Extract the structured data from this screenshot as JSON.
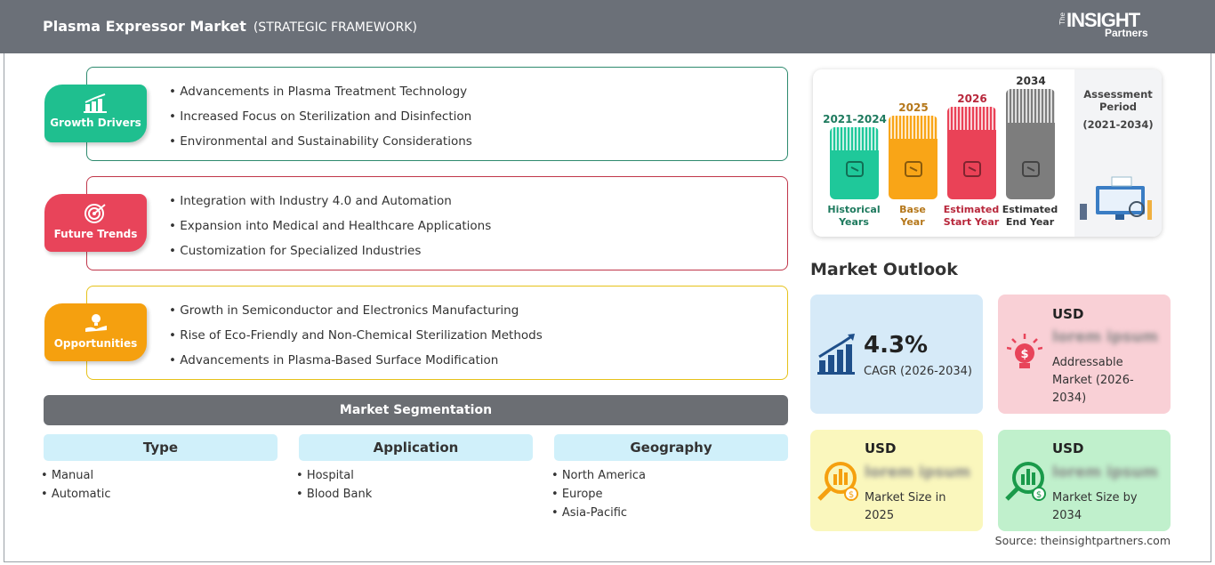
{
  "header": {
    "title": "Plasma Expressor Market",
    "subtitle": "(STRATEGIC FRAMEWORK)",
    "logo": "The INSIGHT Partners"
  },
  "panels": [
    {
      "label": "Growth Drivers",
      "color": "#1fbf8f",
      "border": "#2e8a6e",
      "icon": "growth-chart-icon",
      "items": [
        "Advancements in Plasma Treatment Technology",
        "Increased Focus on Sterilization and Disinfection",
        "Environmental and Sustainability Considerations"
      ]
    },
    {
      "label": "Future Trends",
      "color": "#e8445a",
      "border": "#c0364a",
      "icon": "target-icon",
      "items": [
        "Integration with Industry 4.0 and Automation",
        "Expansion into Medical and Healthcare Applications",
        "Customization for Specialized Industries"
      ]
    },
    {
      "label": "Opportunities",
      "color": "#f5a00f",
      "border": "#e6c21a",
      "icon": "lightbulb-hand-icon",
      "items": [
        "Growth in Semiconductor and Electronics Manufacturing",
        "Rise of Eco-Friendly and Non-Chemical Sterilization Methods",
        "Advancements in Plasma-Based Surface Modification"
      ]
    }
  ],
  "segmentation": {
    "title": "Market Segmentation",
    "columns": [
      {
        "header": "Type",
        "items": [
          "Manual",
          "Automatic"
        ]
      },
      {
        "header": "Application",
        "items": [
          "Hospital",
          "Blood Bank"
        ]
      },
      {
        "header": "Geography",
        "items": [
          "North America",
          "Europe",
          "Asia-Pacific"
        ]
      }
    ]
  },
  "timeline": {
    "bars": [
      {
        "year": "2021-2024",
        "caption1": "Historical",
        "caption2": "Years",
        "color": "#1fc89a",
        "text": "#1e7a5e",
        "icon": "history-icon"
      },
      {
        "year": "2025",
        "caption1": "Base",
        "caption2": "Year",
        "color": "#f9a517",
        "text": "#b5771a",
        "icon": "calendar-icon"
      },
      {
        "year": "2026",
        "caption1": "Estimated",
        "caption2": "Start Year",
        "color": "#ea4257",
        "text": "#b8273b",
        "icon": "monitor-gear-icon"
      },
      {
        "year": "2034",
        "caption1": "Estimated",
        "caption2": "End Year",
        "color": "#7d7d7d",
        "text": "#333333",
        "icon": "presentation-icon"
      }
    ],
    "assessment": "Assessment Period",
    "period": "(2021-2034)"
  },
  "outlook": {
    "title": "Market Outlook",
    "cagr": {
      "value": "4.3%",
      "label": "CAGR (2026-2034)"
    },
    "addressable": {
      "currency": "USD",
      "value": "lorem ipsum",
      "label": "Addressable Market (2026-2034)"
    },
    "size2025": {
      "currency": "USD",
      "value": "lorem ipsum",
      "label": "Market Size in 2025"
    },
    "size2034": {
      "currency": "USD",
      "value": "lorem ipsum",
      "label": "Market Size by 2034"
    }
  },
  "source": "Source: theinsightpartners.com"
}
